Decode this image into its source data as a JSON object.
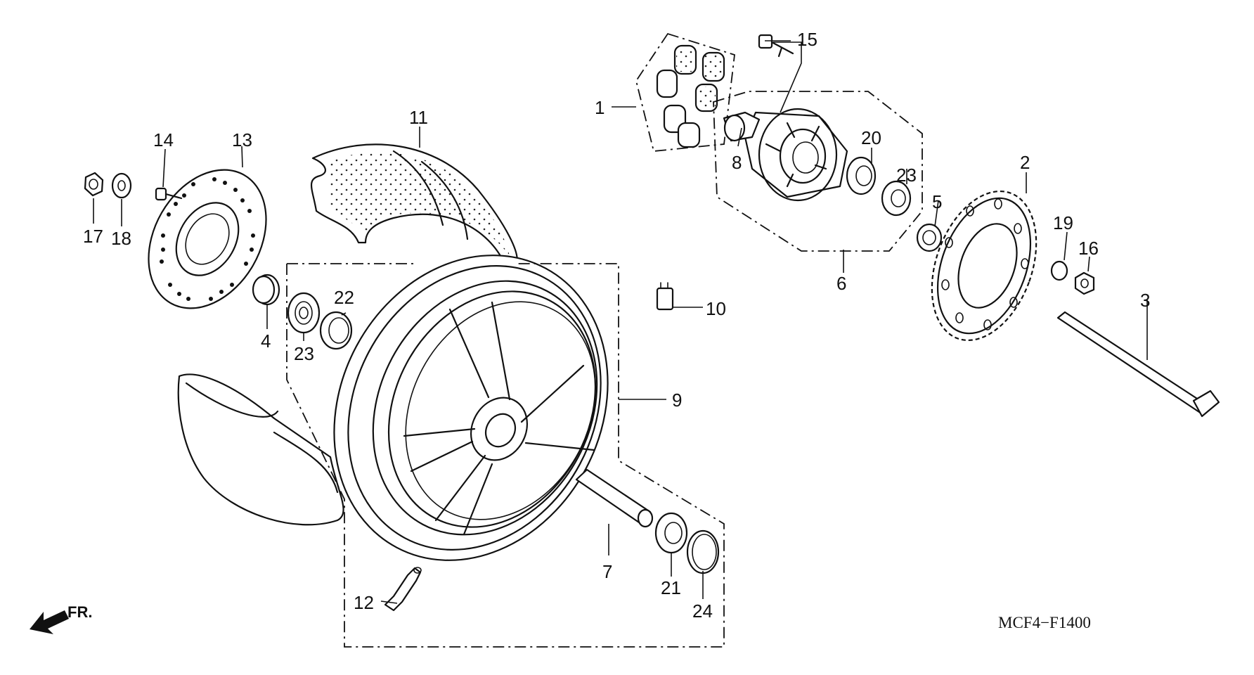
{
  "diagram": {
    "code": "MCF4−F1400",
    "direction_label": "FR.",
    "callouts": [
      "1",
      "2",
      "3",
      "4",
      "5",
      "6",
      "7",
      "8",
      "9",
      "10",
      "11",
      "12",
      "13",
      "14",
      "15",
      "16",
      "17",
      "18",
      "19",
      "20",
      "21",
      "22",
      "23",
      "23",
      "24"
    ]
  }
}
